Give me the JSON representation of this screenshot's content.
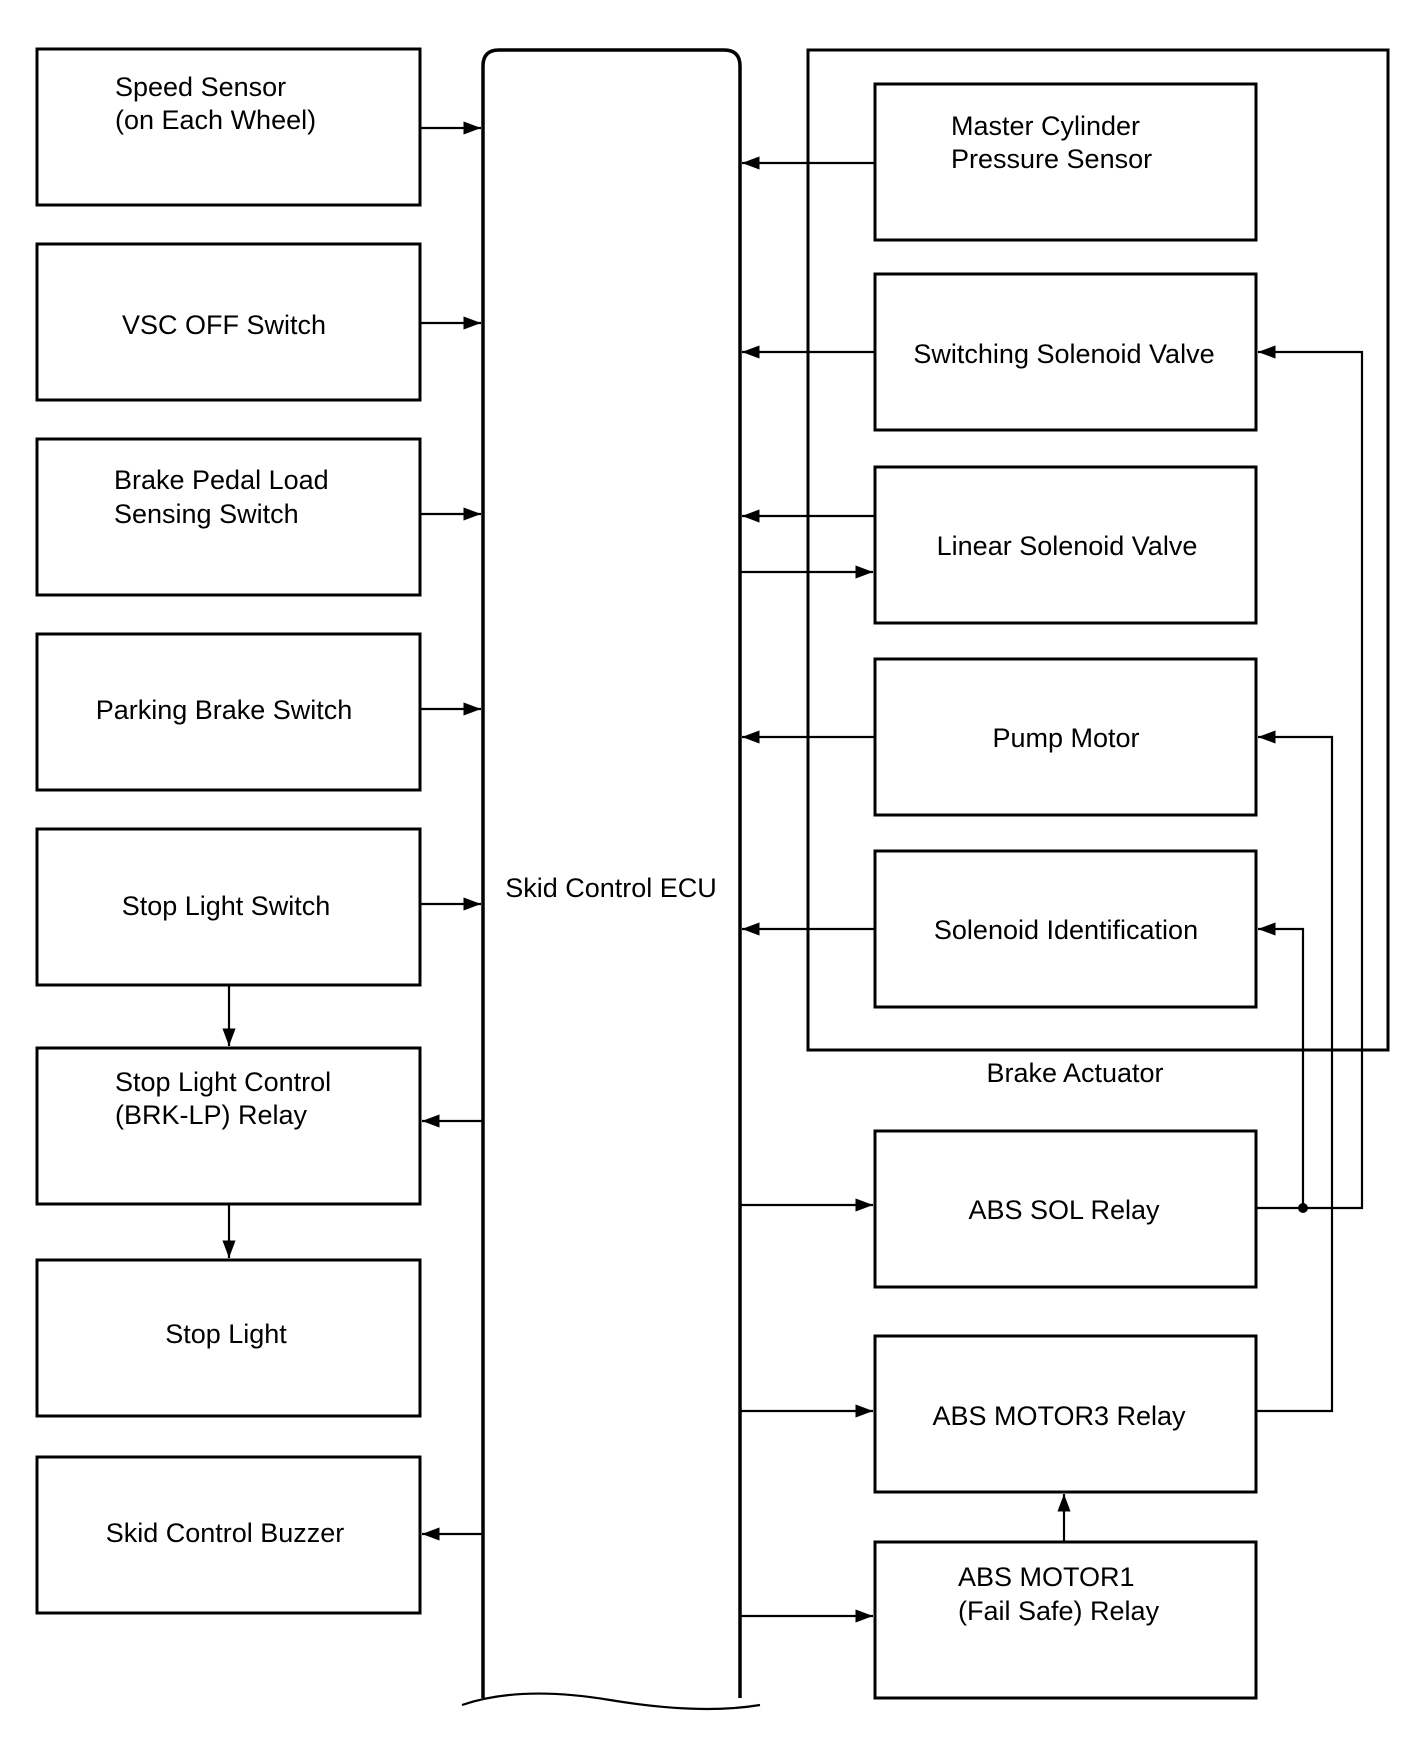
{
  "ecu": {
    "label": "Skid Control ECU"
  },
  "actuator": {
    "label": "Brake Actuator"
  },
  "left_boxes": [
    {
      "id": "speed_sensor",
      "lines": [
        "Speed Sensor",
        "(on Each Wheel)"
      ]
    },
    {
      "id": "vsc_off_switch",
      "lines": [
        "VSC OFF Switch"
      ]
    },
    {
      "id": "brake_pedal_load_switch",
      "lines": [
        "Brake Pedal Load",
        "Sensing Switch"
      ]
    },
    {
      "id": "parking_brake_switch",
      "lines": [
        "Parking Brake Switch"
      ]
    },
    {
      "id": "stop_light_switch",
      "lines": [
        "Stop Light Switch"
      ]
    },
    {
      "id": "stop_light_relay",
      "lines": [
        "Stop Light Control",
        "(BRK-LP) Relay"
      ]
    },
    {
      "id": "stop_light",
      "lines": [
        "Stop Light"
      ]
    },
    {
      "id": "skid_control_buzzer",
      "lines": [
        "Skid Control Buzzer"
      ]
    }
  ],
  "right_boxes": [
    {
      "id": "master_cylinder_sensor",
      "lines": [
        "Master Cylinder",
        "Pressure Sensor"
      ]
    },
    {
      "id": "switching_solenoid_valve",
      "lines": [
        "Switching Solenoid Valve"
      ]
    },
    {
      "id": "linear_solenoid_valve",
      "lines": [
        "Linear Solenoid Valve"
      ]
    },
    {
      "id": "pump_motor",
      "lines": [
        "Pump Motor"
      ]
    },
    {
      "id": "solenoid_identification",
      "lines": [
        "Solenoid Identification"
      ]
    },
    {
      "id": "abs_sol_relay",
      "lines": [
        "ABS SOL Relay"
      ]
    },
    {
      "id": "abs_motor3_relay",
      "lines": [
        "ABS MOTOR3 Relay"
      ]
    },
    {
      "id": "abs_motor1_relay",
      "lines": [
        "ABS MOTOR1",
        "(Fail Safe) Relay"
      ]
    }
  ]
}
